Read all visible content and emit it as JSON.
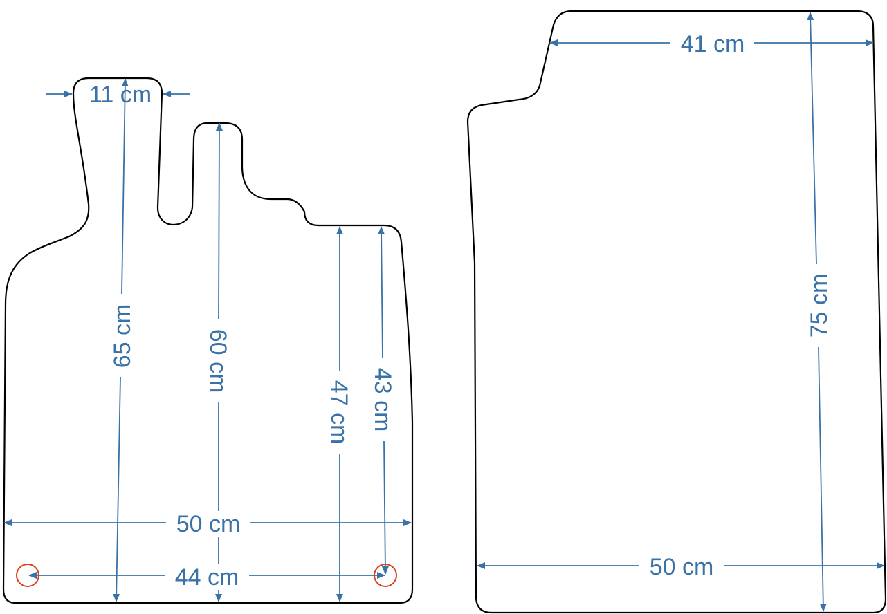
{
  "colors": {
    "dimension": "#3a72a6",
    "outline": "#000000",
    "marker": "#d9401c",
    "background": "#ffffff"
  },
  "left_mat": {
    "width_top": "11 cm",
    "height_65": "65 cm",
    "height_60": "60 cm",
    "height_47": "47 cm",
    "height_43": "43 cm",
    "width_50": "50 cm",
    "width_44": "44 cm"
  },
  "right_mat": {
    "width_top": "41 cm",
    "height_75": "75 cm",
    "width_bottom": "50 cm"
  }
}
